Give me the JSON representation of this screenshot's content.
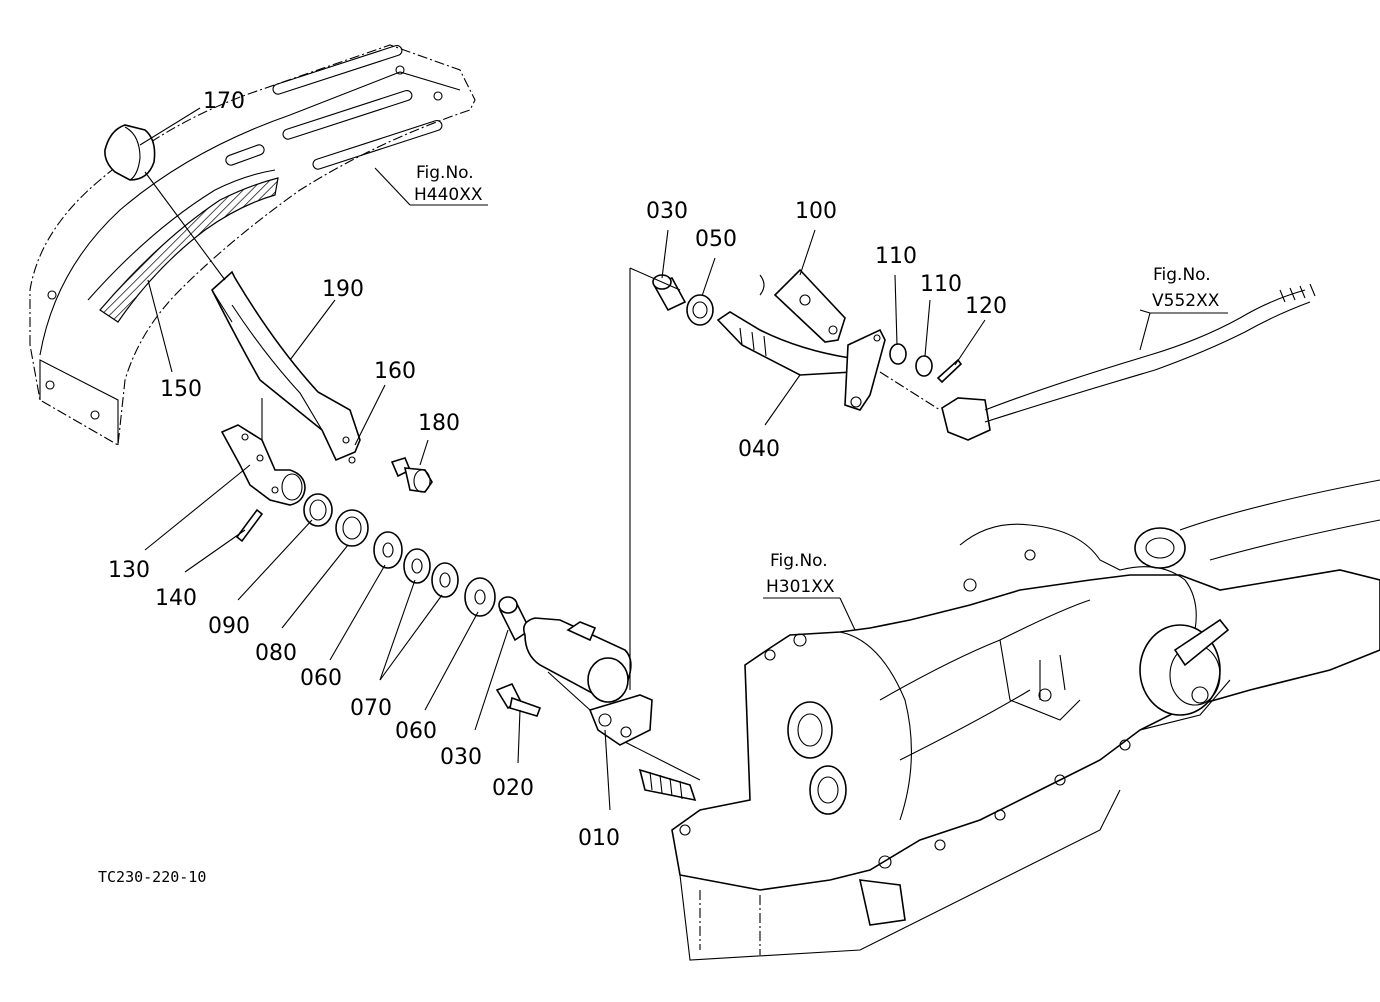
{
  "parts": {
    "p170": "170",
    "p150": "150",
    "p190": "190",
    "p160": "160",
    "p180": "180",
    "p130": "130",
    "p140": "140",
    "p090": "090",
    "p080": "080",
    "p060a": "060",
    "p070": "070",
    "p060b": "060",
    "p030a": "030",
    "p020": "020",
    "p010": "010",
    "p030b": "030",
    "p050": "050",
    "p100": "100",
    "p110a": "110",
    "p110b": "110",
    "p120": "120",
    "p040": "040"
  },
  "figure_refs": {
    "h440": {
      "caption": "Fig.No.",
      "code": "H440XX"
    },
    "v552": {
      "caption": "Fig.No.",
      "code": "V552XX"
    },
    "h301": {
      "caption": "Fig.No.",
      "code": "H301XX"
    }
  },
  "drawing_code": "TC230-220-10"
}
